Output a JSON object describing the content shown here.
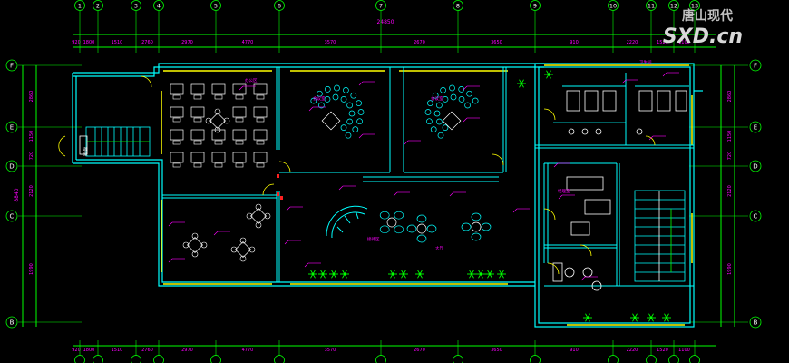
{
  "watermark": {
    "logo_cn": "唐山现代",
    "logo_en": "SXD.cn"
  },
  "axes": {
    "top_numbers": [
      "1",
      "2",
      "3",
      "4",
      "5",
      "6",
      "7",
      "8",
      "9",
      "10",
      "11",
      "12",
      "13"
    ],
    "left_letters": [
      "F",
      "E",
      "D",
      "C",
      "B"
    ],
    "right_letters": [
      "F",
      "E",
      "D",
      "C",
      "B"
    ]
  },
  "dimensions": {
    "top_total": "24850",
    "top_segments": [
      "920",
      "1800",
      "1510",
      "2760",
      "2970",
      "4770",
      "3570",
      "2670",
      "3650",
      "910",
      "2220",
      "1520",
      "1100"
    ],
    "bottom_segments": [
      "920",
      "1800",
      "1510",
      "2760",
      "2970",
      "4770",
      "3570",
      "2670",
      "3650",
      "910",
      "2220",
      "1520",
      "1100"
    ],
    "left_segments": [
      "2860",
      "1150",
      "720",
      "2120",
      "1990"
    ],
    "left_total": "8840",
    "right_segments": [
      "2860",
      "1150",
      "720",
      "2120",
      "1990"
    ]
  },
  "colors": {
    "background": "#000000",
    "wall": "#00ffff",
    "window": "#ffff00",
    "furniture": "#00ffff",
    "label": "#ff00ff",
    "plant": "#00ff00",
    "grid": "#00ff00",
    "door": "#ffff00"
  },
  "rooms": {
    "office_label": "办公区",
    "meeting_a": "会议室",
    "meeting_b": "会议室",
    "lobby": "大厅",
    "stair_left": "楼梯",
    "toilet": "卫生间",
    "manager": "经理室",
    "reception": "接待区"
  }
}
